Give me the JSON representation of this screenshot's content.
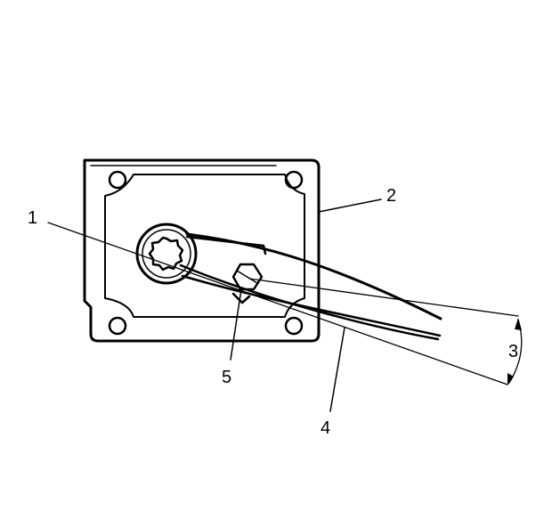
{
  "diagram": {
    "callouts": {
      "c1": "1",
      "c2": "2",
      "c3": "3",
      "c4": "4",
      "c5": "5"
    }
  },
  "colors": {
    "ink": "#000000",
    "paper": "#ffffff"
  }
}
